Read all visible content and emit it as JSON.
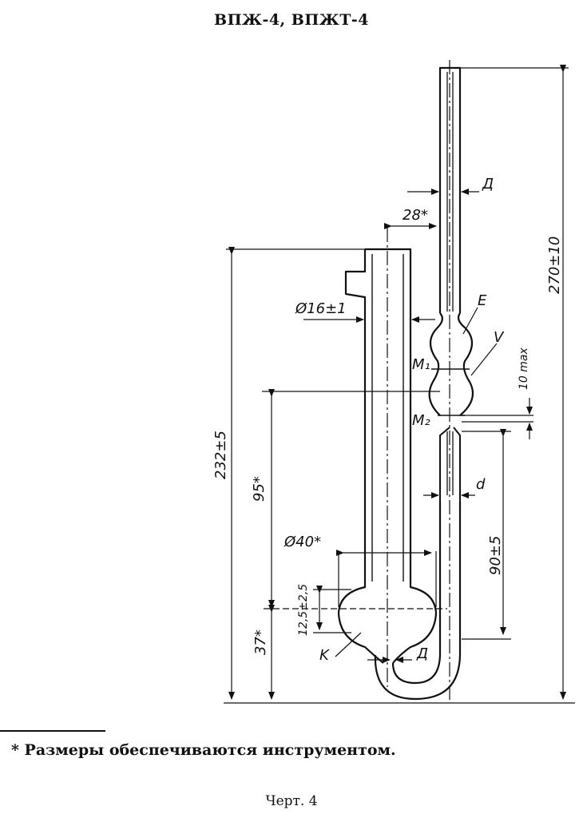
{
  "title": "ВПЖ-4, ВПЖТ-4",
  "dimensions": {
    "d_top": "Д",
    "gap_28": "28*",
    "total_height": "270±10",
    "diameter_16": "Ø16±1",
    "label_E": "E",
    "label_V": "V",
    "ten_max": "10 max",
    "m1": "M₁",
    "m2": "M₂",
    "height_232": "232±5",
    "height_95": "95*",
    "d_small": "d",
    "height_90": "90±5",
    "diameter_40": "Ø40*",
    "height_12": "12,5±2,5",
    "height_37": "37*",
    "label_K": "K",
    "d_bottom": "Д"
  },
  "footnote": "* Размеры обеспечиваются инструментом.",
  "caption": "Черт. 4"
}
